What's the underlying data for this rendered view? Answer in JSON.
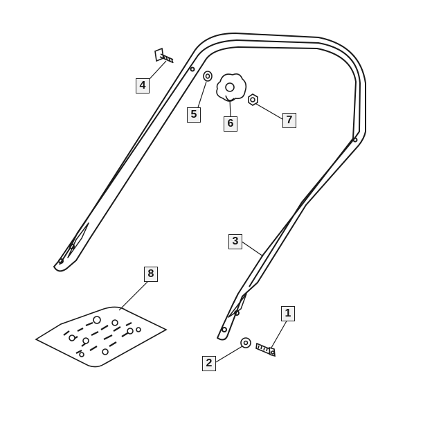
{
  "diagram": {
    "title": "",
    "callouts": [
      {
        "id": "1",
        "part": "bolt"
      },
      {
        "id": "2",
        "part": "washer"
      },
      {
        "id": "3",
        "part": "handle"
      },
      {
        "id": "4",
        "part": "bolt"
      },
      {
        "id": "5",
        "part": "washer"
      },
      {
        "id": "6",
        "part": "knob"
      },
      {
        "id": "7",
        "part": "nut"
      },
      {
        "id": "8",
        "part": "hardware-bag"
      }
    ]
  },
  "colors": {
    "line": "#1a1a1a",
    "fill": "#ffffff",
    "label_bg": "#f2f2f2"
  }
}
